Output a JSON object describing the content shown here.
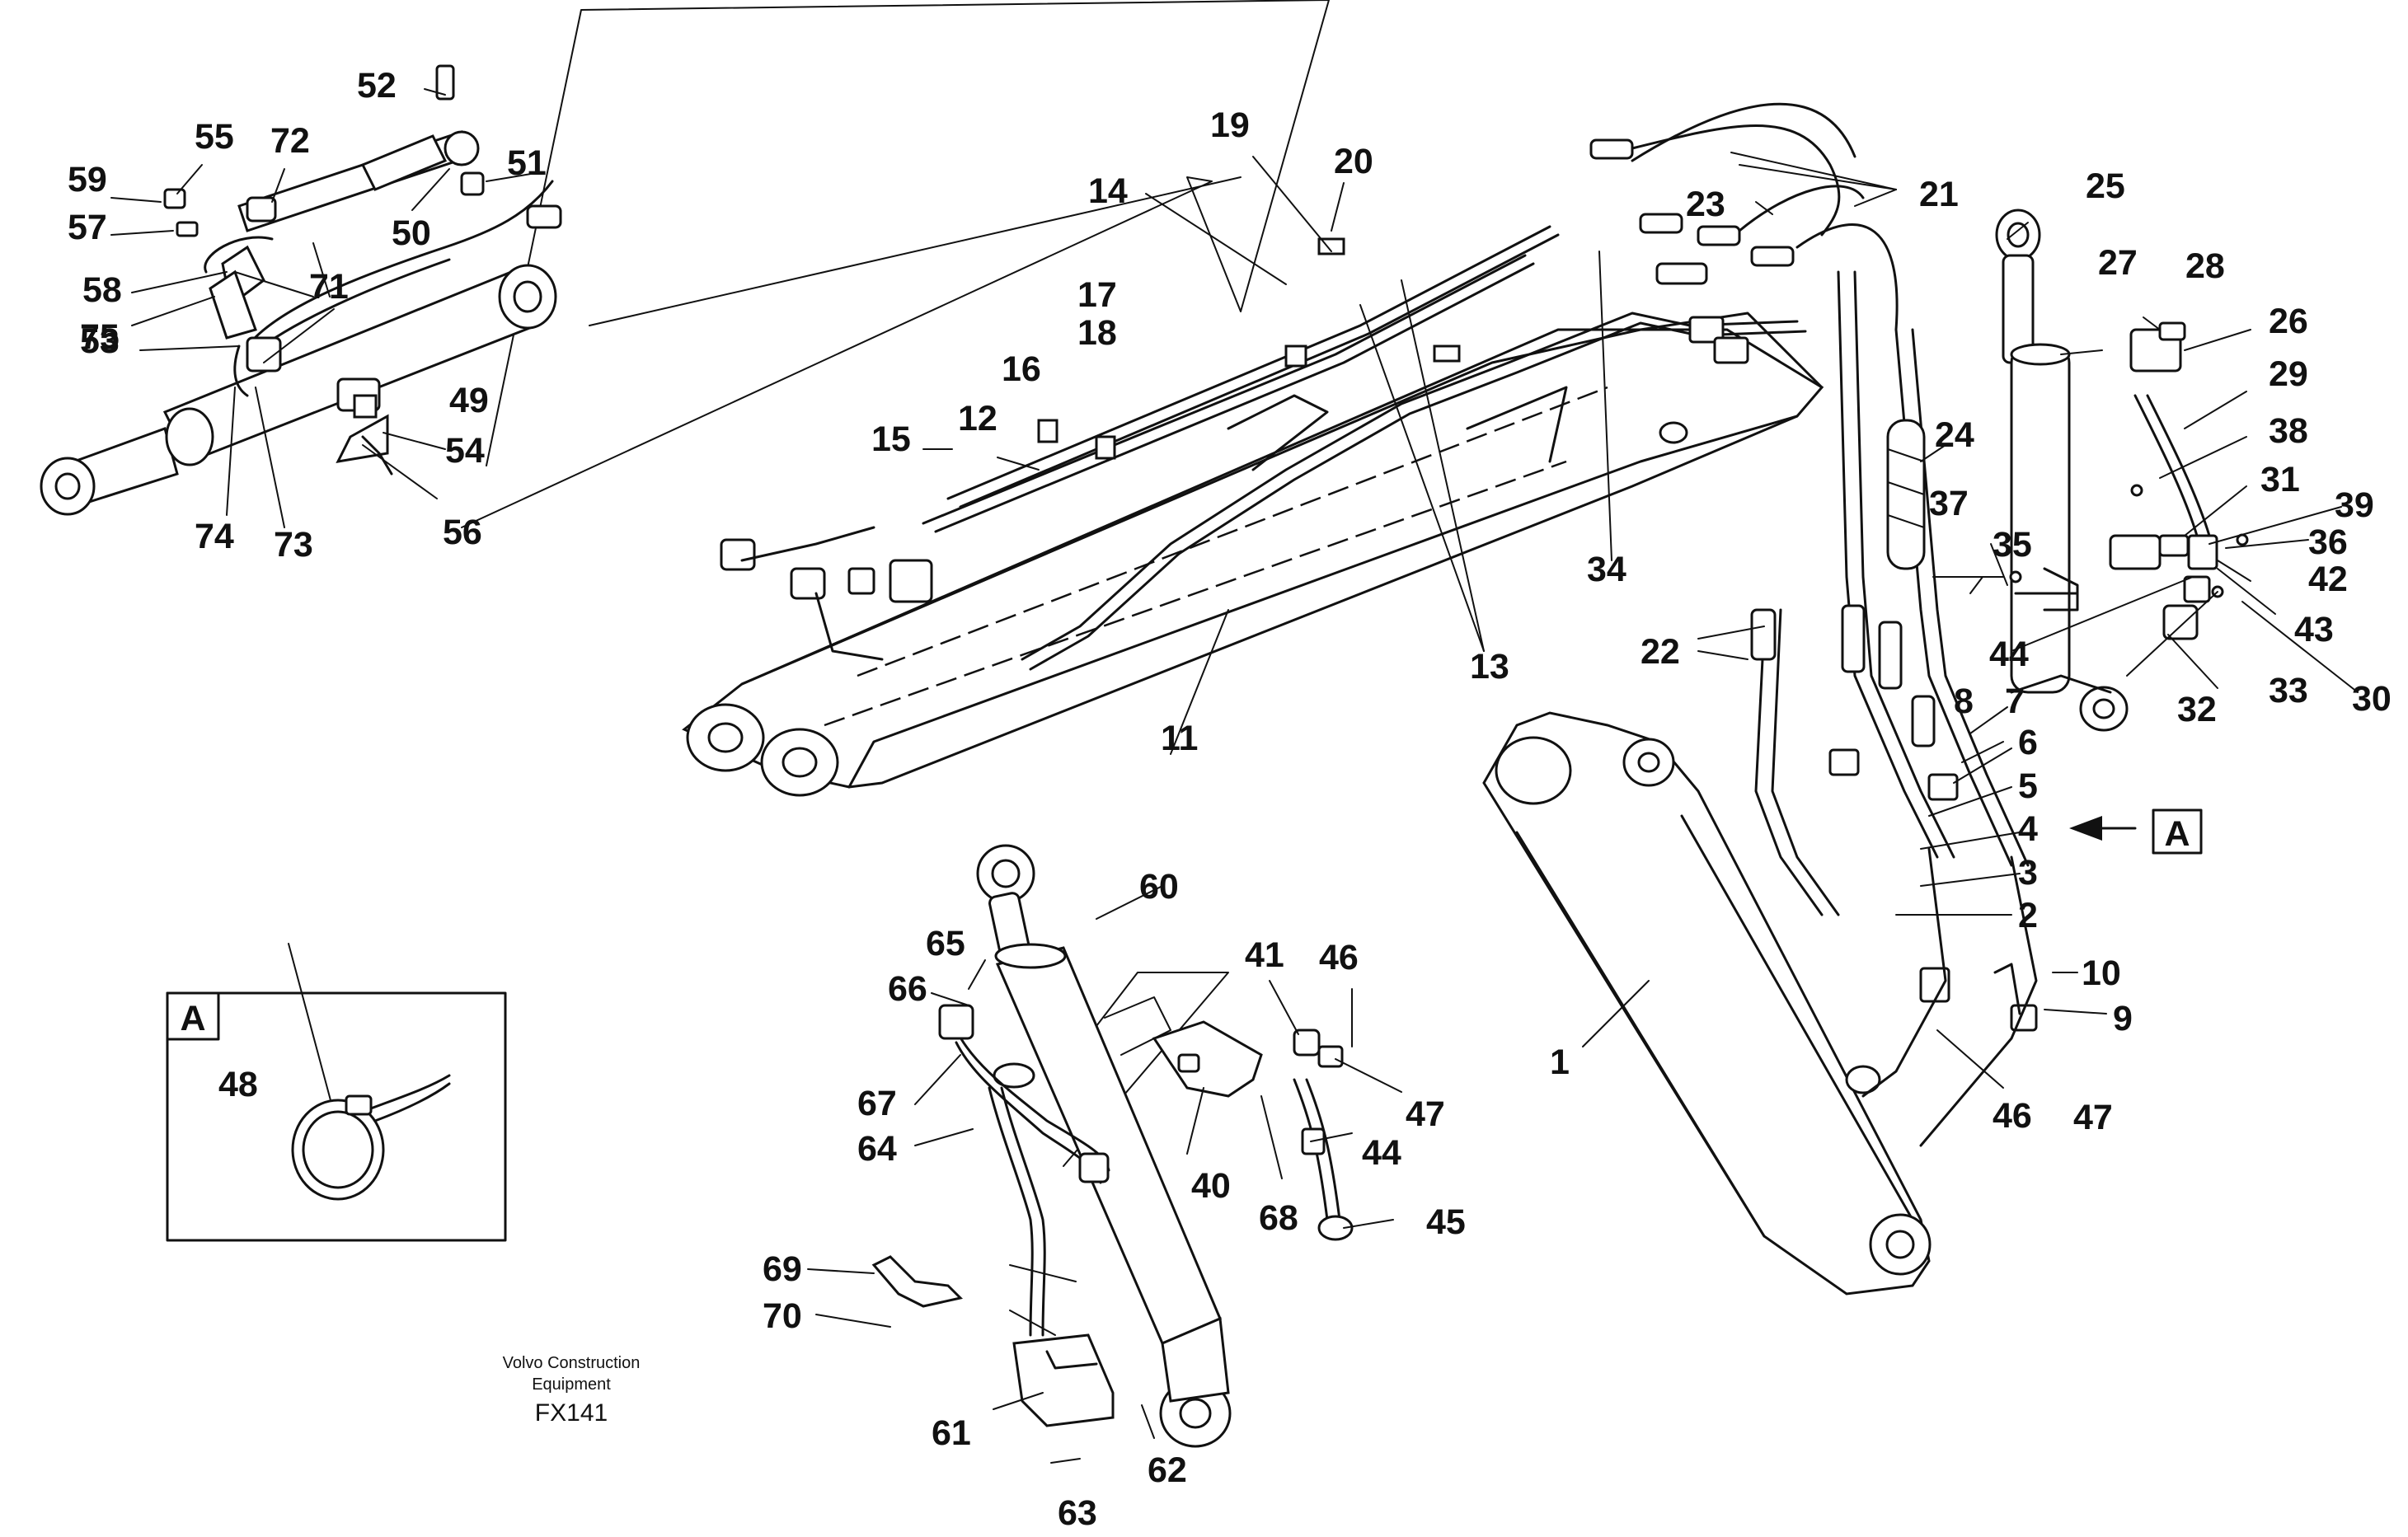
{
  "credit": {
    "line1": "Volvo Construction",
    "line2": "Equipment",
    "code": "FX141"
  },
  "detail": {
    "letter": "A"
  },
  "view_arrow": {
    "letter": "A"
  },
  "callouts": [
    "1",
    "2",
    "3",
    "4",
    "5",
    "6",
    "7",
    "8",
    "9",
    "10",
    "11",
    "12",
    "13",
    "14",
    "15",
    "16",
    "17",
    "18",
    "19",
    "20",
    "21",
    "22",
    "23",
    "24",
    "25",
    "26",
    "27",
    "28",
    "29",
    "30",
    "31",
    "32",
    "33",
    "34",
    "35",
    "36",
    "37",
    "38",
    "39",
    "40",
    "41",
    "42",
    "43",
    "44",
    "44",
    "45",
    "46",
    "46",
    "47",
    "47",
    "48",
    "49",
    "50",
    "51",
    "52",
    "53",
    "54",
    "55",
    "56",
    "57",
    "58",
    "59",
    "60",
    "61",
    "62",
    "63",
    "64",
    "65",
    "66",
    "67",
    "68",
    "69",
    "70",
    "71",
    "72",
    "73",
    "74",
    "75"
  ]
}
